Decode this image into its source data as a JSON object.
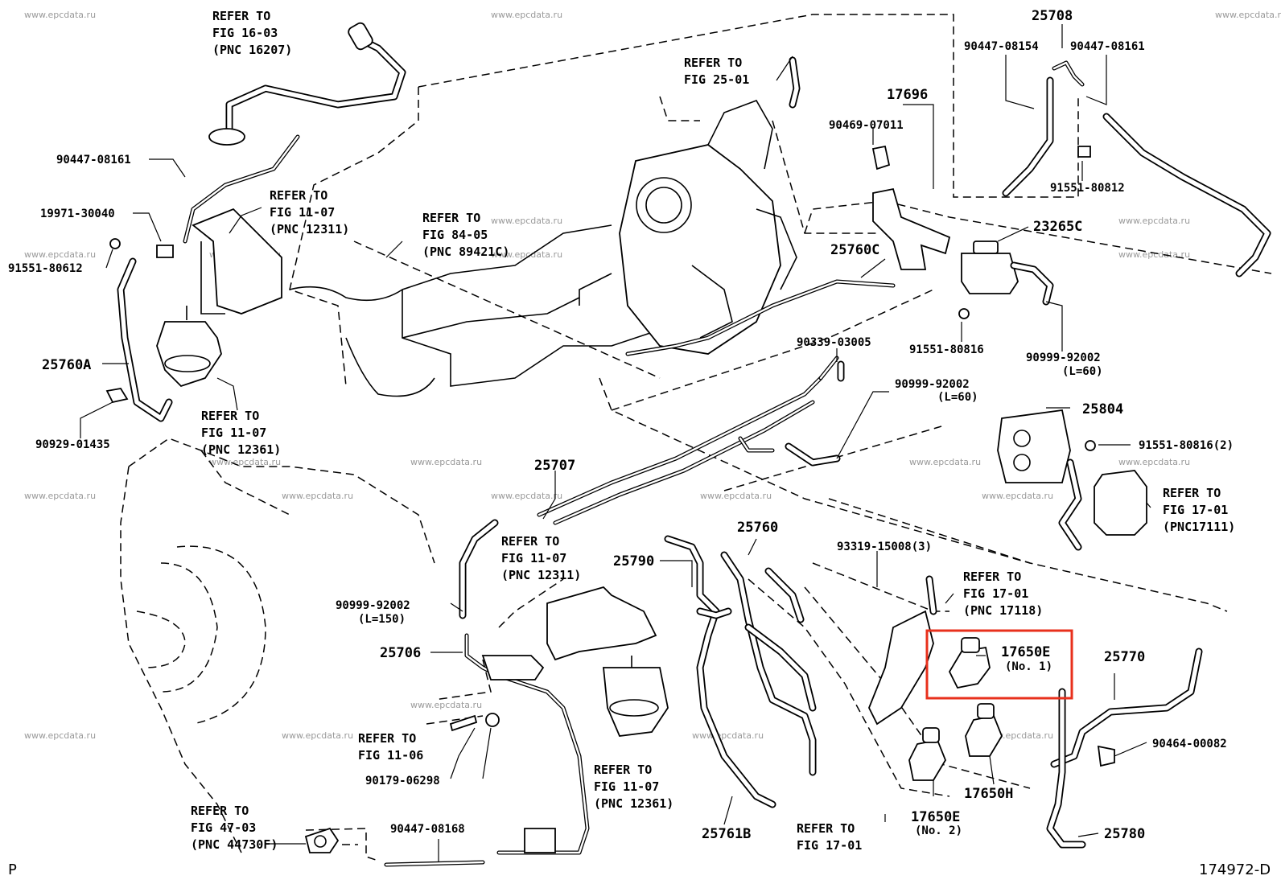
{
  "diagram_code": "174972-D",
  "corner_mark": "P",
  "watermark": "www.epcdata.ru",
  "highlight_color": "#e8301c",
  "parts": {
    "p25708": "25708",
    "p90447_08154": "90447-08154",
    "p90447_08161_top": "90447-08161",
    "p17696": "17696",
    "p90469_07011": "90469-07011",
    "p91551_80812": "91551-80812",
    "p23265C": "23265C",
    "p25760C": "25760C",
    "p91551_80816": "91551-80816",
    "p90999_92002_a": "90999-92002",
    "p90999_92002_a_len": "(L=60)",
    "p90339_03005": "90339-03005",
    "p90999_92002_b": "90999-92002",
    "p90999_92002_b_len": "(L=60)",
    "p25804": "25804",
    "p91551_80816_2": "91551-80816(2)",
    "p90447_08161_left": "90447-08161",
    "p19971_30040": "19971-30040",
    "p91551_80612": "91551-80612",
    "p25760A": "25760A",
    "p90929_01435": "90929-01435",
    "p25707": "25707",
    "p25760": "25760",
    "p25790": "25790",
    "p93319_15008": "93319-15008(3)",
    "p17650E_no1": "17650E",
    "p17650E_no1_sub": "(No. 1)",
    "p25770": "25770",
    "p90464_00082": "90464-00082",
    "p17650H": "17650H",
    "p17650E_no2": "17650E",
    "p17650E_no2_sub": "(No. 2)",
    "p25780": "25780",
    "p25761B": "25761B",
    "p90999_92002_c": "90999-92002",
    "p90999_92002_c_len": "(L=150)",
    "p25706": "25706",
    "p90179_06298": "90179-06298",
    "p90447_08168": "90447-08168"
  },
  "refs": {
    "r16_03": [
      "REFER TO",
      "FIG 16-03",
      "(PNC 16207)"
    ],
    "r25_01": [
      "REFER TO",
      "FIG 25-01"
    ],
    "r11_07_a": [
      "REFER TO",
      "FIG 11-07",
      "(PNC 12311)"
    ],
    "r84_05": [
      "REFER TO",
      "FIG 84-05",
      "(PNC 89421C)"
    ],
    "r11_07_b": [
      "REFER TO",
      "FIG 11-07",
      "(PNC 12361)"
    ],
    "r17_01_a": [
      "REFER TO",
      "FIG 17-01",
      "(PNC17111)"
    ],
    "r11_07_c": [
      "REFER TO",
      "FIG 11-07",
      "(PNC 12311)"
    ],
    "r17_01_b": [
      "REFER TO",
      "FIG 17-01",
      "(PNC 17118)"
    ],
    "r11_06": [
      "REFER TO",
      "FIG 11-06"
    ],
    "r11_07_d": [
      "REFER TO",
      "FIG 11-07",
      "(PNC 12361)"
    ],
    "r47_03": [
      "REFER TO",
      "FIG 47-03",
      "(PNC 44730F)"
    ],
    "r17_01_c": [
      "REFER TO",
      "FIG 17-01"
    ]
  }
}
